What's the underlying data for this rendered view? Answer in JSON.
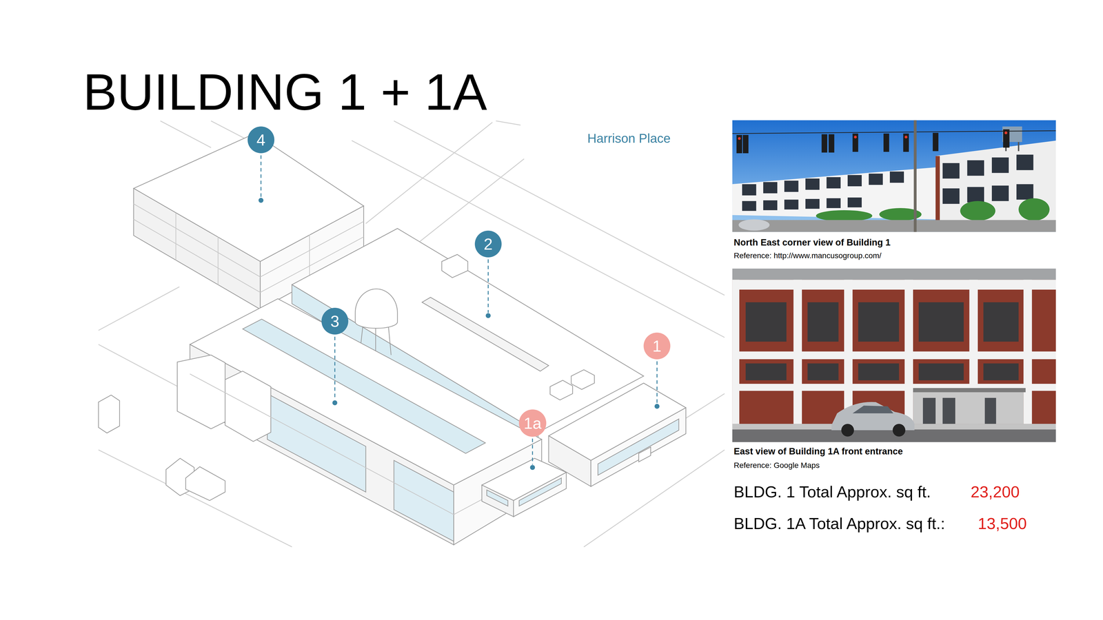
{
  "diagram": {
    "title": "BUILDING 1 + 1A",
    "nodes": [
      {
        "text": [
          "4"
        ]
      },
      {
        "text": [
          "2"
        ]
      },
      {
        "text": [
          "3"
        ]
      },
      {
        "text": [
          "1"
        ]
      },
      {
        "text": [
          "1a"
        ]
      }
    ],
    "labels": [
      "Harrison Place",
      "North East corner view of Building 1",
      "Reference: http://www.mancusogroup.com/",
      "East view of Building 1A front entrance",
      "Reference: Google Maps",
      "BLDG. 1 Total Approx. sq ft.",
      "23,200",
      "BLDG. 1A Total Approx. sq ft.:",
      "13,500"
    ]
  }
}
